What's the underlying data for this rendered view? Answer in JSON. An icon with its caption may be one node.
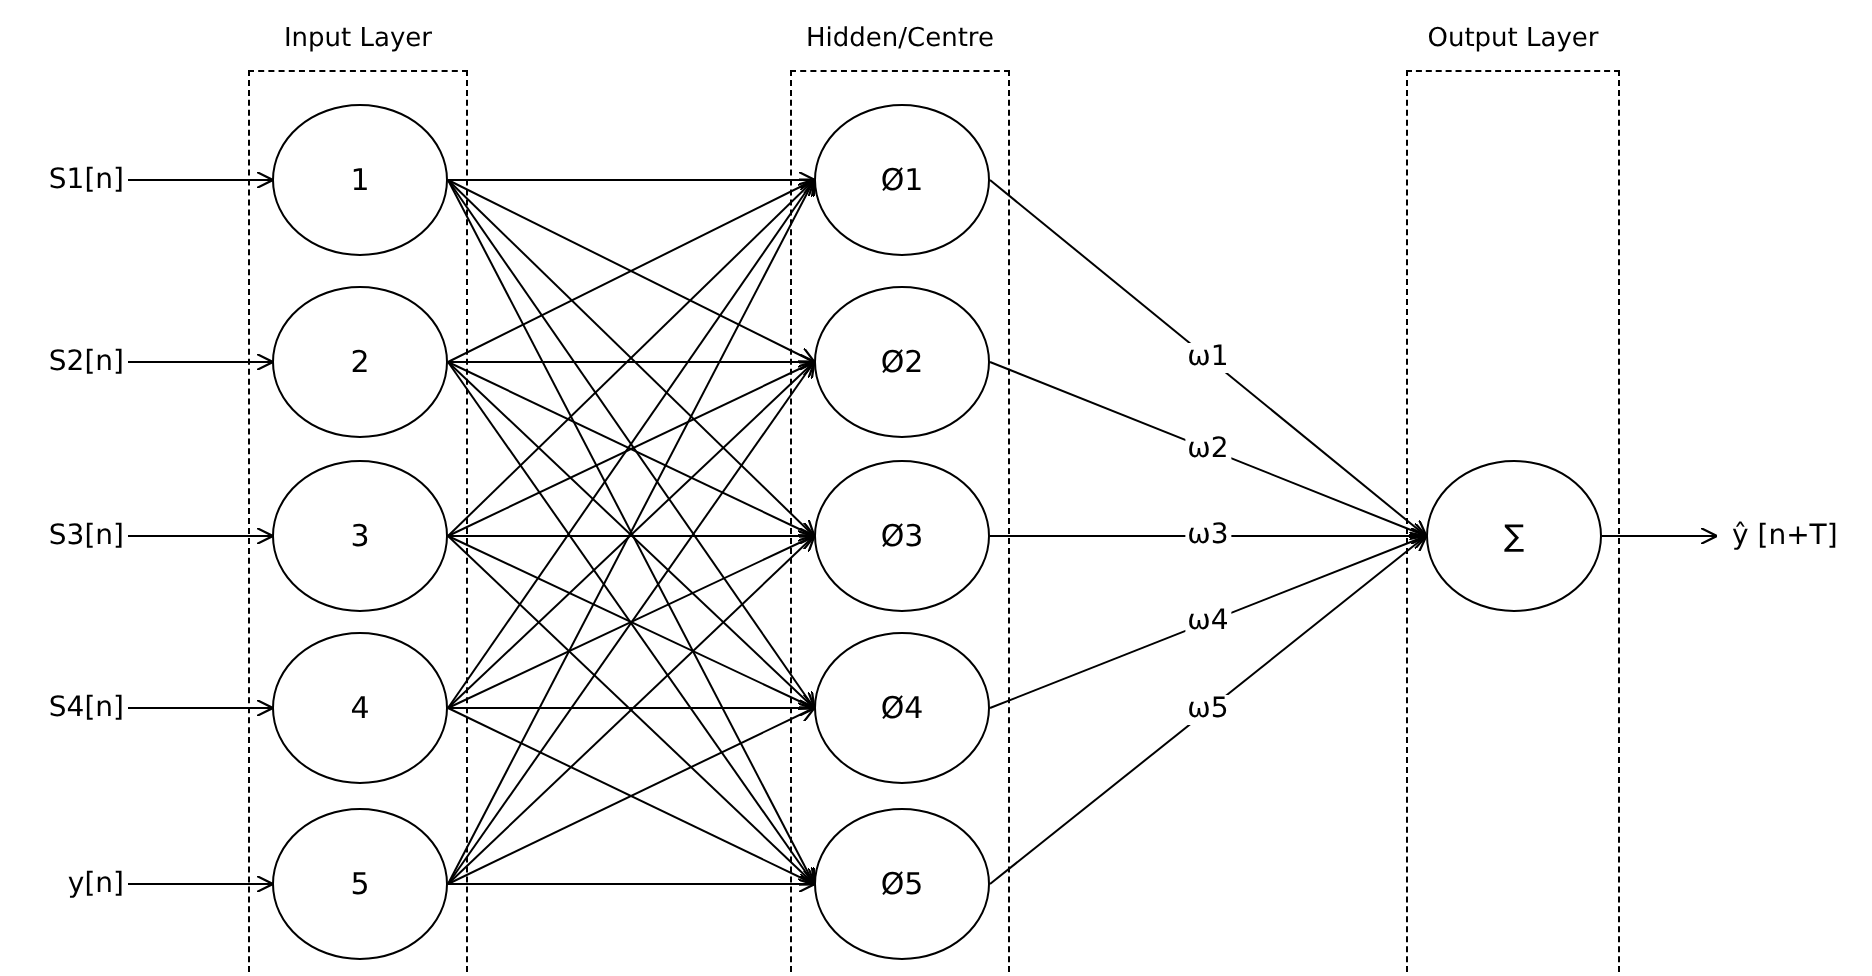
{
  "diagram": {
    "nodes": [
      {
        "text": [
          "Input Layer"
        ]
      },
      {
        "text": [
          "1"
        ],
        "in": 0
      },
      {
        "text": [
          "2"
        ],
        "in": 0
      },
      {
        "text": [
          "3"
        ],
        "in": 0
      },
      {
        "text": [
          "4"
        ],
        "in": 0
      },
      {
        "text": [
          "5"
        ],
        "in": 0
      },
      {
        "text": [
          "Hidden/Centre"
        ]
      },
      {
        "text": [
          "Ø1"
        ],
        "in": 6
      },
      {
        "text": [
          "Ø2"
        ],
        "in": 6
      },
      {
        "text": [
          "Ø3"
        ],
        "in": 6
      },
      {
        "text": [
          "Ø4"
        ],
        "in": 6
      },
      {
        "text": [
          "Ø5"
        ],
        "in": 6
      },
      {
        "text": [
          "Output Layer"
        ]
      },
      {
        "text": [
          "∑"
        ],
        "in": 12
      },
      {
        "text": [
          "S1[n]"
        ]
      },
      {
        "text": [
          "S2[n]"
        ]
      },
      {
        "text": [
          "S3[n]"
        ]
      },
      {
        "text": [
          "S4[n]"
        ]
      },
      {
        "text": [
          "y[n]"
        ]
      },
      {
        "text": [
          "ŷ [n+T]"
        ]
      }
    ],
    "edges": [
      {
        "from": 14,
        "to": 1,
        "arrow": "to"
      },
      {
        "from": 15,
        "to": 2,
        "arrow": "to"
      },
      {
        "from": 16,
        "to": 3,
        "arrow": "to"
      },
      {
        "from": 17,
        "to": 4,
        "arrow": "to"
      },
      {
        "from": 18,
        "to": 5,
        "arrow": "to"
      },
      {
        "from": 1,
        "to": 7,
        "arrow": "to"
      },
      {
        "from": 1,
        "to": 8,
        "arrow": "to"
      },
      {
        "from": 1,
        "to": 9,
        "arrow": "to"
      },
      {
        "from": 1,
        "to": 10,
        "arrow": "to"
      },
      {
        "from": 1,
        "to": 11,
        "arrow": "to"
      },
      {
        "from": 2,
        "to": 7,
        "arrow": "to"
      },
      {
        "from": 2,
        "to": 8,
        "arrow": "to"
      },
      {
        "from": 2,
        "to": 9,
        "arrow": "to"
      },
      {
        "from": 2,
        "to": 10,
        "arrow": "to"
      },
      {
        "from": 2,
        "to": 11,
        "arrow": "to"
      },
      {
        "from": 3,
        "to": 7,
        "arrow": "to"
      },
      {
        "from": 3,
        "to": 8,
        "arrow": "to"
      },
      {
        "from": 3,
        "to": 9,
        "arrow": "to"
      },
      {
        "from": 3,
        "to": 10,
        "arrow": "to"
      },
      {
        "from": 3,
        "to": 11,
        "arrow": "to"
      },
      {
        "from": 4,
        "to": 7,
        "arrow": "to"
      },
      {
        "from": 4,
        "to": 8,
        "arrow": "to"
      },
      {
        "from": 4,
        "to": 9,
        "arrow": "to"
      },
      {
        "from": 4,
        "to": 10,
        "arrow": "to"
      },
      {
        "from": 4,
        "to": 11,
        "arrow": "to"
      },
      {
        "from": 5,
        "to": 7,
        "arrow": "to"
      },
      {
        "from": 5,
        "to": 8,
        "arrow": "to"
      },
      {
        "from": 5,
        "to": 9,
        "arrow": "to"
      },
      {
        "from": 5,
        "to": 10,
        "arrow": "to"
      },
      {
        "from": 5,
        "to": 11,
        "arrow": "to"
      },
      {
        "from": 7,
        "to": 13,
        "arrow": "to",
        "label": "ω1"
      },
      {
        "from": 8,
        "to": 13,
        "arrow": "to",
        "label": "ω2"
      },
      {
        "from": 9,
        "to": 13,
        "arrow": "to",
        "label": "ω3"
      },
      {
        "from": 10,
        "to": 13,
        "arrow": "to",
        "label": "ω4"
      },
      {
        "from": 11,
        "to": 13,
        "arrow": "to",
        "label": "ω5"
      },
      {
        "from": 13,
        "to": 19,
        "arrow": "to"
      }
    ]
  }
}
